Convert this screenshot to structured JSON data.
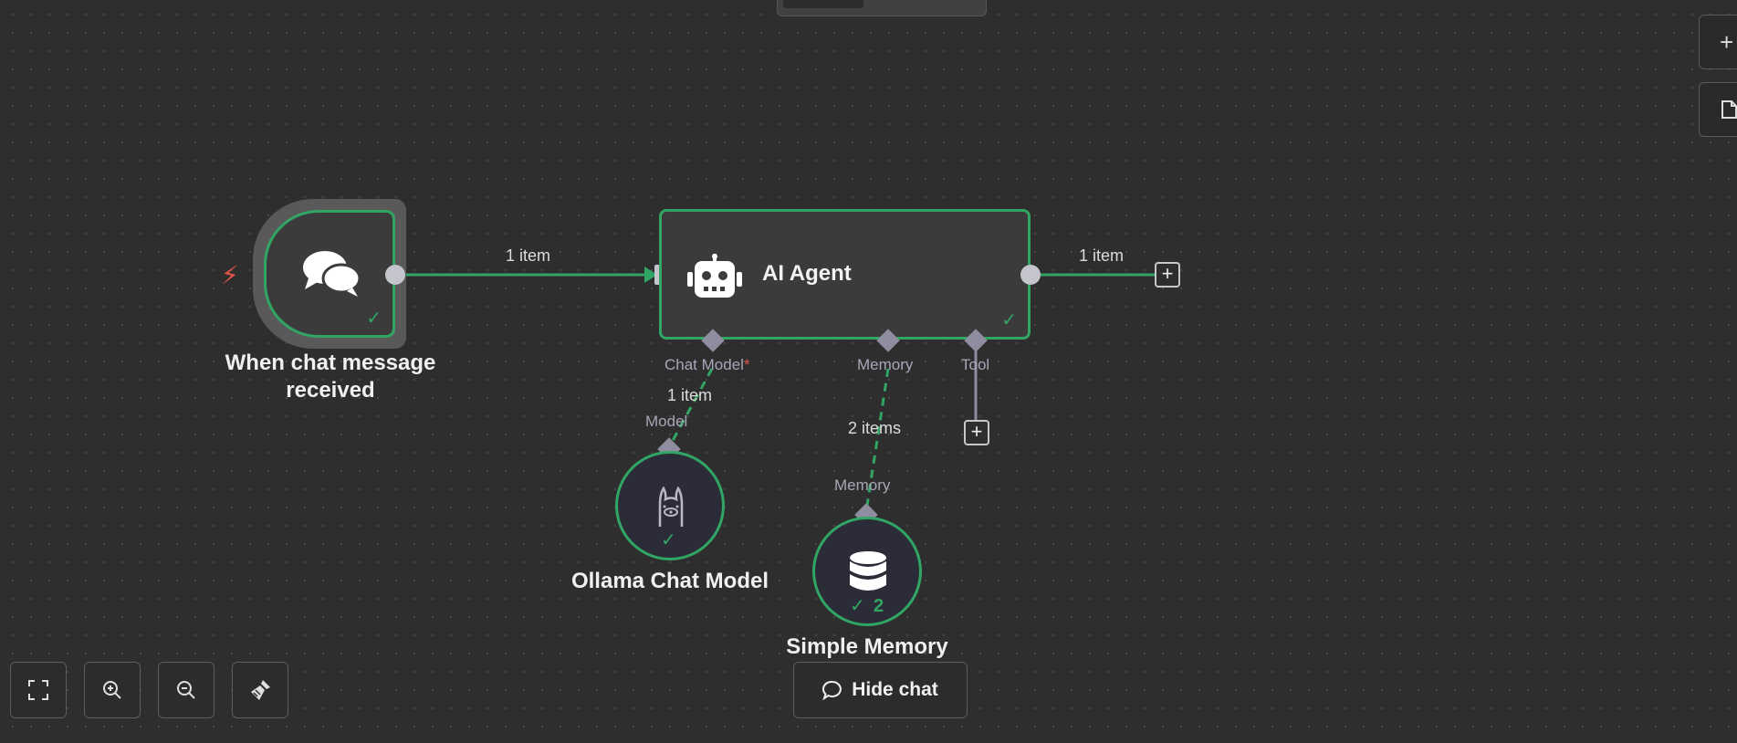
{
  "canvas": {
    "accent_color": "#31a664",
    "error_color": "#e5534b"
  },
  "nodes": {
    "trigger": {
      "title_line1": "When chat message",
      "title_line2": "received",
      "icon": "chat-bubbles-icon"
    },
    "agent": {
      "title": "AI Agent",
      "icon": "robot-icon"
    },
    "ollama": {
      "title": "Ollama Chat Model",
      "icon": "llama-icon"
    },
    "memory": {
      "title": "Simple Memory",
      "icon": "database-icon",
      "run_count": "2"
    }
  },
  "ports": {
    "chat_model": "Chat Model",
    "required_mark": "*",
    "memory": "Memory",
    "tool": "Tool",
    "model_input": "Model",
    "memory_input": "Memory"
  },
  "edges": {
    "trigger_to_agent": "1 item",
    "agent_output": "1 item",
    "model_to_agent": "1 item",
    "memory_to_agent": "2 items"
  },
  "controls": {
    "fit_view": "fit-view-icon",
    "zoom_in": "zoom-in-icon",
    "zoom_out": "zoom-out-icon",
    "tidy_up": "broom-icon",
    "hide_chat_label": "Hide chat"
  },
  "side_panel": {
    "add_node": "+",
    "sticky_note": "sticky-note-icon"
  }
}
